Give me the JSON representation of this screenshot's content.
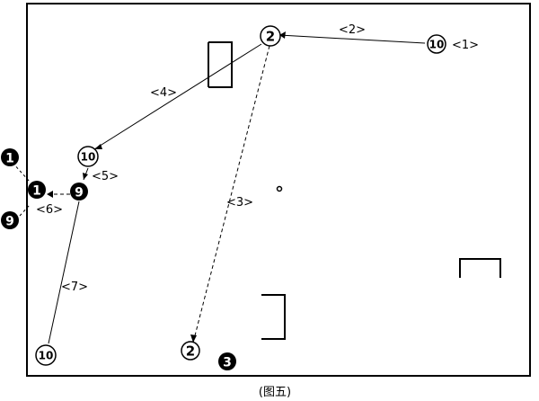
{
  "caption": "(图五)",
  "players": {
    "white_10_start": "10",
    "white_2_top": "2",
    "white_10_mid": "10",
    "white_2_bottom": "2",
    "white_10_bottom": "10",
    "black_1_top": "1",
    "black_1_mid": "1",
    "black_9_center": "9",
    "black_9_left": "9",
    "black_3": "3"
  },
  "step_labels": {
    "s1": "<1>",
    "s2": "<2>",
    "s3": "<3>",
    "s4": "<4>",
    "s5": "<5>",
    "s6": "<6>",
    "s7": "<7>"
  }
}
